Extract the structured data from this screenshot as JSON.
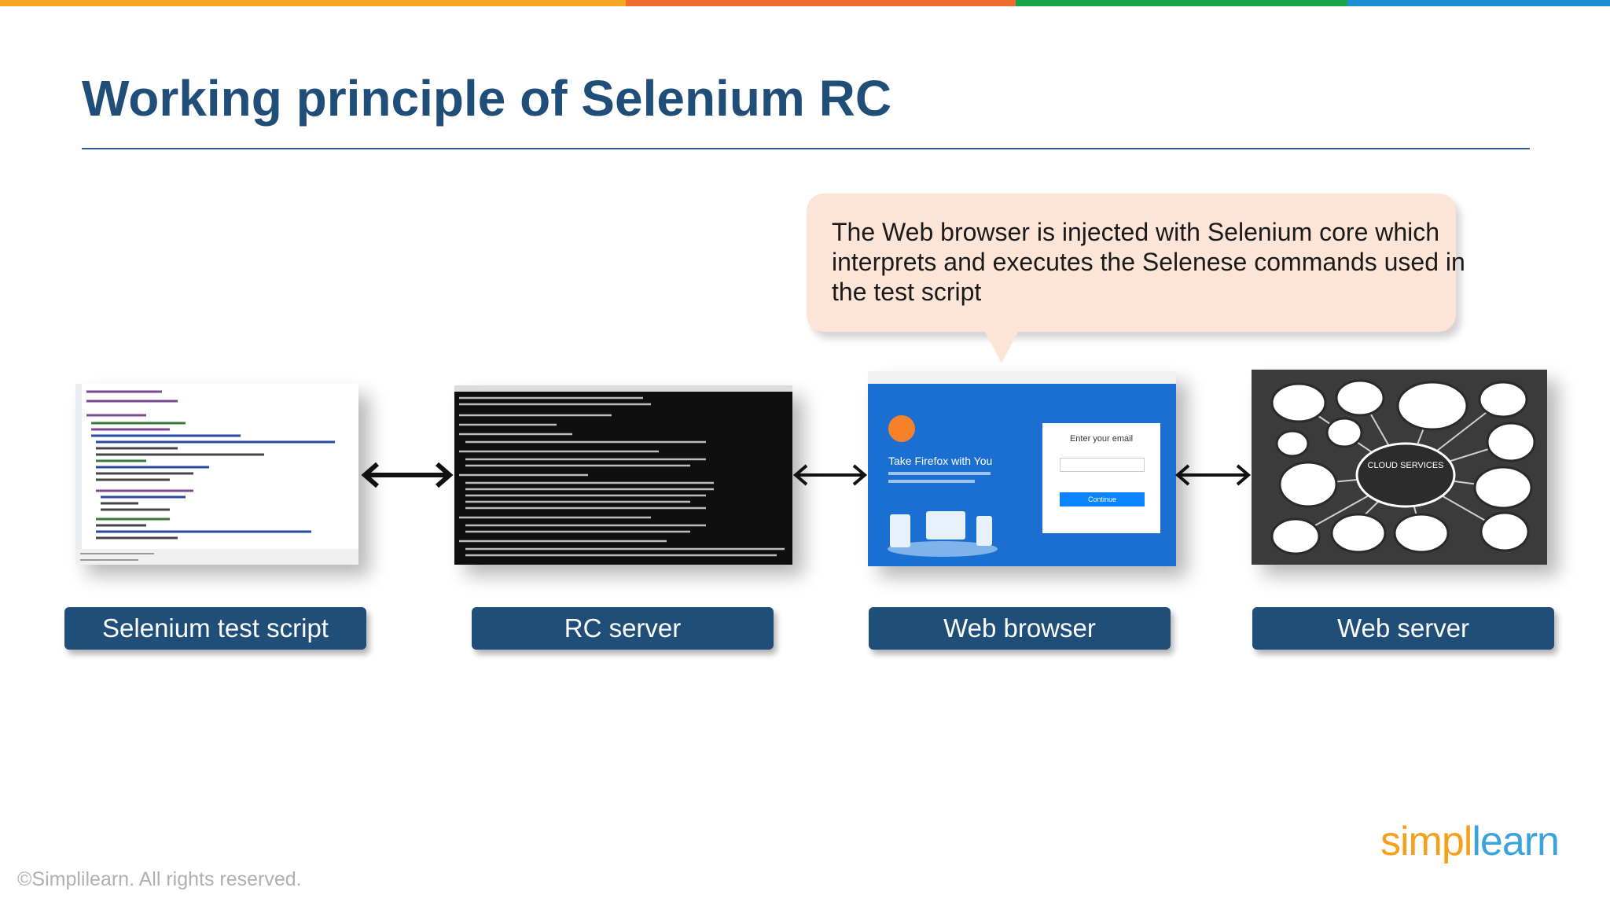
{
  "title": "Working principle of Selenium RC",
  "callout": "The Web browser is injected with Selenium core which interprets and executes the Selenese commands used in the test script",
  "components": [
    {
      "label": "Selenium test script"
    },
    {
      "label": "RC server"
    },
    {
      "label": "Web browser"
    },
    {
      "label": "Web server"
    }
  ],
  "browser_panel": {
    "tagline": "Take Firefox with You",
    "signin_heading": "Enter your email",
    "continue": "Continue"
  },
  "server_panel": {
    "hub_label": "CLOUD SERVICES"
  },
  "footer": "©Simplilearn. All rights reserved.",
  "logo": {
    "part1": "simpl",
    "part2": "learn",
    "color1": "#f6a01a",
    "color2": "#3aa3dc"
  },
  "colors": {
    "title": "#1f4e79",
    "label_bg": "#1f4e79",
    "callout_bg": "#fce4d6",
    "topbar": [
      "#f5a623",
      "#ef6c2b",
      "#1aa34a",
      "#1a8fd6"
    ]
  }
}
